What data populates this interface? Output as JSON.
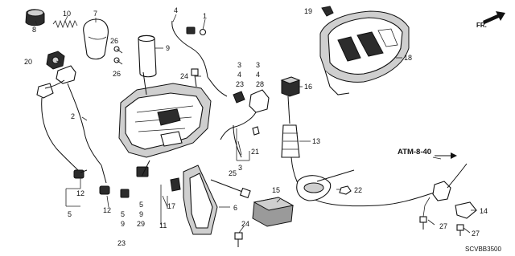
{
  "diagram": {
    "diagram_code": "SCVBB3500",
    "reference_label": "ATM-8-40",
    "front_label": "FR.",
    "callouts": {
      "c1": "1",
      "c2": "2",
      "c3a": "3",
      "c3b": "3",
      "c3c": "3",
      "c4a": "4",
      "c4b": "4",
      "c4c": "4",
      "c5a": "5",
      "c5b": "5",
      "c5c": "5",
      "c6": "6",
      "c7": "7",
      "c8": "8",
      "c9a": "9",
      "c9b": "9",
      "c9c": "9",
      "c10": "10",
      "c11": "11",
      "c12a": "12",
      "c12b": "12",
      "c13": "13",
      "c14": "14",
      "c15": "15",
      "c16": "16",
      "c17": "17",
      "c18": "18",
      "c19": "19",
      "c20": "20",
      "c21": "21",
      "c22": "22",
      "c23a": "23",
      "c23b": "23",
      "c24a": "24",
      "c24b": "24",
      "c25": "25",
      "c26a": "26",
      "c26b": "26",
      "c27a": "27",
      "c27b": "27",
      "c28": "28",
      "c29": "29"
    }
  }
}
